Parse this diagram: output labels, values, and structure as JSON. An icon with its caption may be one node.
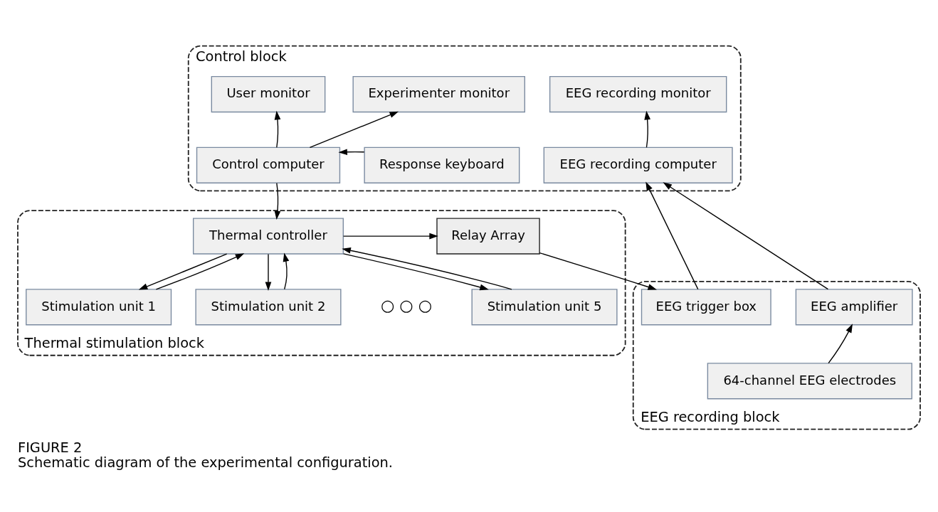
{
  "diagram": {
    "title": "FIGURE 2",
    "caption": "Schematic diagram of the experimental configuration.",
    "nodes": [
      {
        "text": [
          "Control block"
        ]
      },
      {
        "text": [
          "User monitor"
        ],
        "in": 0
      },
      {
        "text": [
          "Experimenter monitor"
        ],
        "in": 0
      },
      {
        "text": [
          "EEG recording monitor"
        ],
        "in": 0
      },
      {
        "text": [
          "Control computer"
        ],
        "in": 0
      },
      {
        "text": [
          "Response keyboard"
        ],
        "in": 0
      },
      {
        "text": [
          "EEG recording computer"
        ],
        "in": 0
      },
      {
        "text": [
          "Thermal stimulation block"
        ]
      },
      {
        "text": [
          "Thermal controller"
        ],
        "in": 7
      },
      {
        "text": [
          "Relay Array"
        ],
        "in": 7
      },
      {
        "text": [
          "Stimulation unit 1"
        ],
        "in": 7
      },
      {
        "text": [
          "Stimulation unit 2"
        ],
        "in": 7
      },
      {
        "text": [
          "Stimulation unit 5"
        ],
        "in": 7
      },
      {
        "text": [
          "EEG recording block"
        ]
      },
      {
        "text": [
          "EEG trigger box"
        ],
        "in": 13
      },
      {
        "text": [
          "EEG amplifier"
        ],
        "in": 13
      },
      {
        "text": [
          "64-channel EEG electrodes"
        ],
        "in": 13
      }
    ],
    "edges": [
      {
        "from": 4,
        "to": 1,
        "arrow": "to"
      },
      {
        "from": 4,
        "to": 2,
        "arrow": "to"
      },
      {
        "from": 5,
        "to": 4,
        "arrow": "to"
      },
      {
        "from": 6,
        "to": 3,
        "arrow": "to"
      },
      {
        "from": 4,
        "to": 8,
        "arrow": "to"
      },
      {
        "from": 8,
        "to": 9,
        "arrow": "to"
      },
      {
        "from": 9,
        "to": 14,
        "arrow": "to"
      },
      {
        "from": 14,
        "to": 6,
        "arrow": "to"
      },
      {
        "from": 15,
        "to": 6,
        "arrow": "to"
      },
      {
        "from": 16,
        "to": 15,
        "arrow": "to"
      },
      {
        "from": 8,
        "to": 10,
        "arrow": "to"
      },
      {
        "from": 8,
        "to": 11,
        "arrow": "to"
      },
      {
        "from": 8,
        "to": 12,
        "arrow": "to"
      },
      {
        "from": 10,
        "to": 8,
        "arrow": "to"
      },
      {
        "from": 11,
        "to": 8,
        "arrow": "to"
      },
      {
        "from": 12,
        "to": 8,
        "arrow": "to"
      }
    ],
    "labels": [
      "○ ○ ○"
    ]
  }
}
